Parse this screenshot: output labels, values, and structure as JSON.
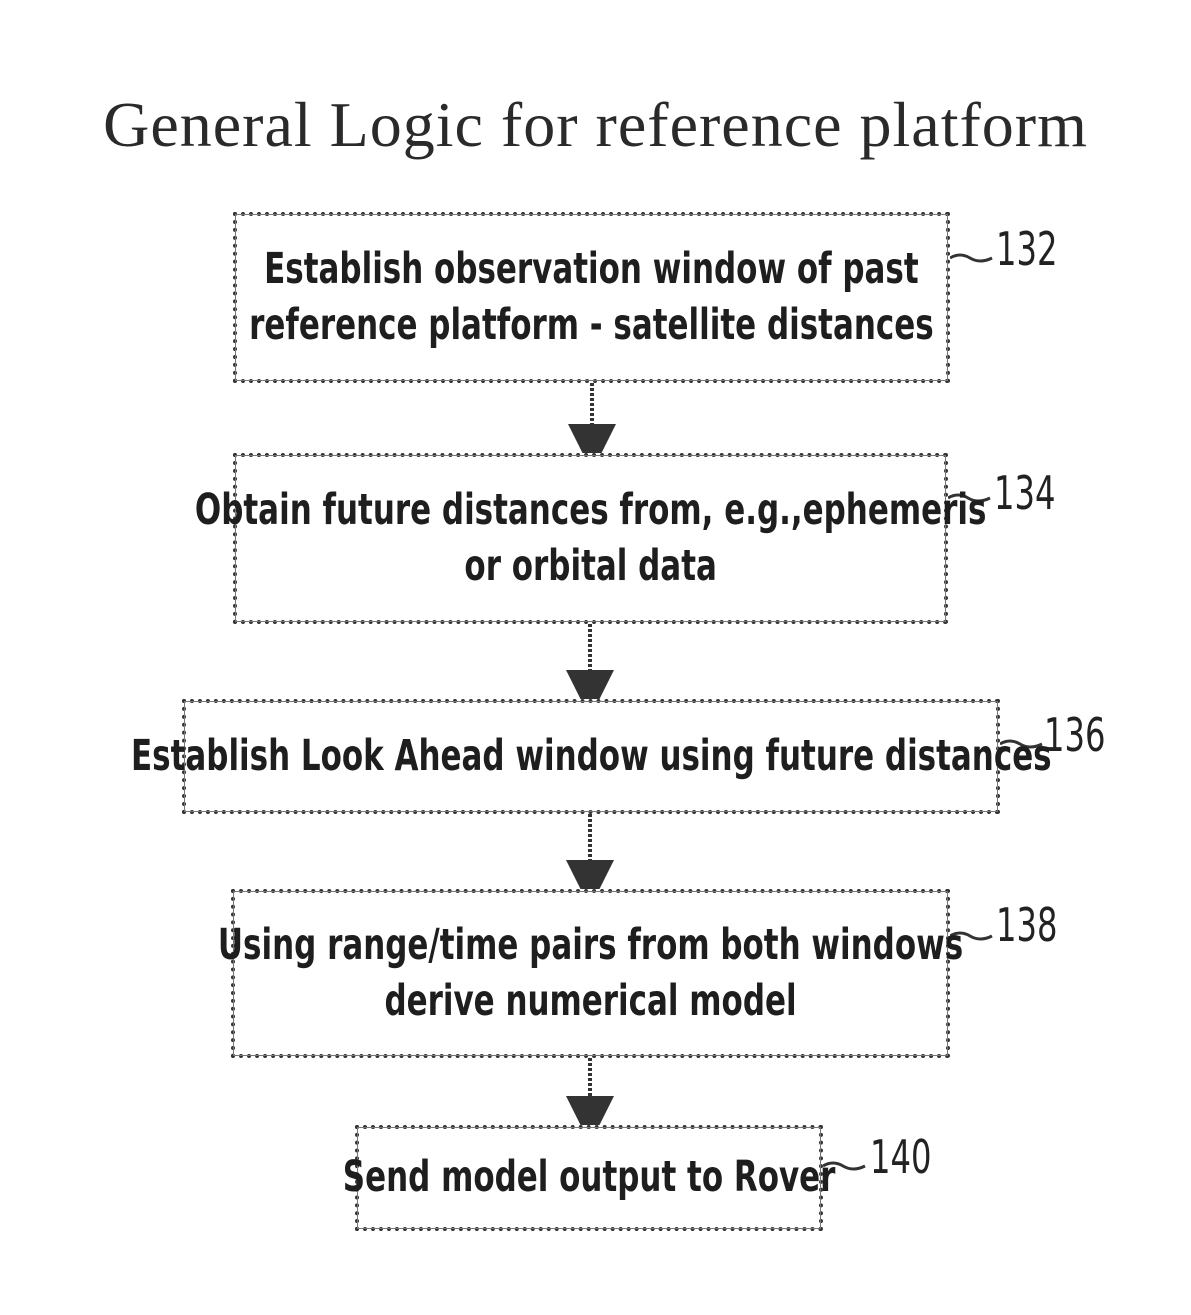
{
  "title": "General Logic for reference platform",
  "steps": [
    {
      "id": "132",
      "lines": [
        "Establish observation window of past",
        "reference platform - satellite distances"
      ]
    },
    {
      "id": "134",
      "lines": [
        "Obtain future distances from, e.g.,ephemeris",
        "or orbital data"
      ]
    },
    {
      "id": "136",
      "lines": [
        "Establish Look Ahead window using future distances"
      ]
    },
    {
      "id": "138",
      "lines": [
        "Using range/time pairs from both windows",
        "derive numerical model"
      ]
    },
    {
      "id": "140",
      "lines": [
        "Send model output to Rover"
      ]
    }
  ]
}
